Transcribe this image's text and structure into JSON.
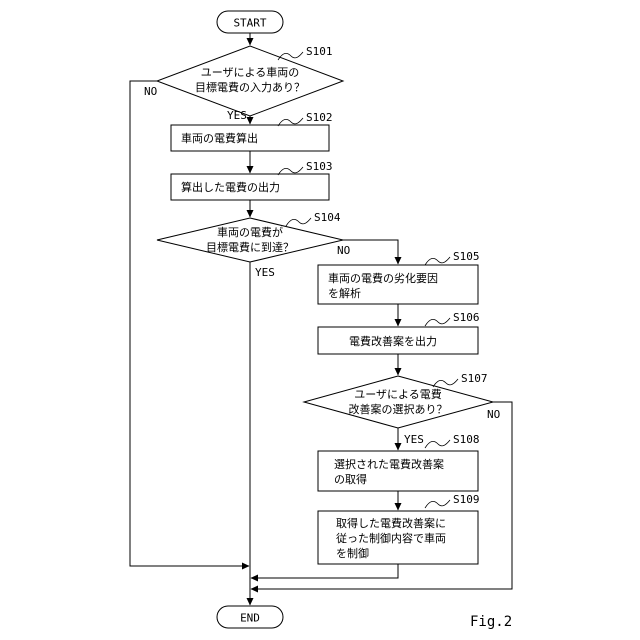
{
  "flowchart": {
    "start_label": "START",
    "end_label": "END",
    "figure_label": "Fig.2",
    "steps": [
      {
        "id": "S101",
        "type": "decision",
        "lines": [
          "ユーザによる車両の",
          "目標電費の入力あり？"
        ]
      },
      {
        "id": "S102",
        "type": "process",
        "lines": [
          "車両の電費算出"
        ]
      },
      {
        "id": "S103",
        "type": "process",
        "lines": [
          "算出した電費の出力"
        ]
      },
      {
        "id": "S104",
        "type": "decision",
        "lines": [
          "車両の電費が",
          "目標電費に到達？"
        ]
      },
      {
        "id": "S105",
        "type": "process",
        "lines": [
          "車両の電費の劣化要因",
          "を解析"
        ]
      },
      {
        "id": "S106",
        "type": "process",
        "lines": [
          "電費改善案を出力"
        ]
      },
      {
        "id": "S107",
        "type": "decision",
        "lines": [
          "ユーザによる電費",
          "改善案の選択あり？"
        ]
      },
      {
        "id": "S108",
        "type": "process",
        "lines": [
          "選択された電費改善案",
          "の取得"
        ]
      },
      {
        "id": "S109",
        "type": "process",
        "lines": [
          "取得した電費改善案に",
          "従った制御内容で車両",
          "を制御"
        ]
      }
    ],
    "branch_labels": {
      "s101_yes": "YES",
      "s101_no": "NO",
      "s104_yes": "YES",
      "s104_no": "NO",
      "s107_yes": "YES",
      "s107_no": "NO"
    }
  }
}
